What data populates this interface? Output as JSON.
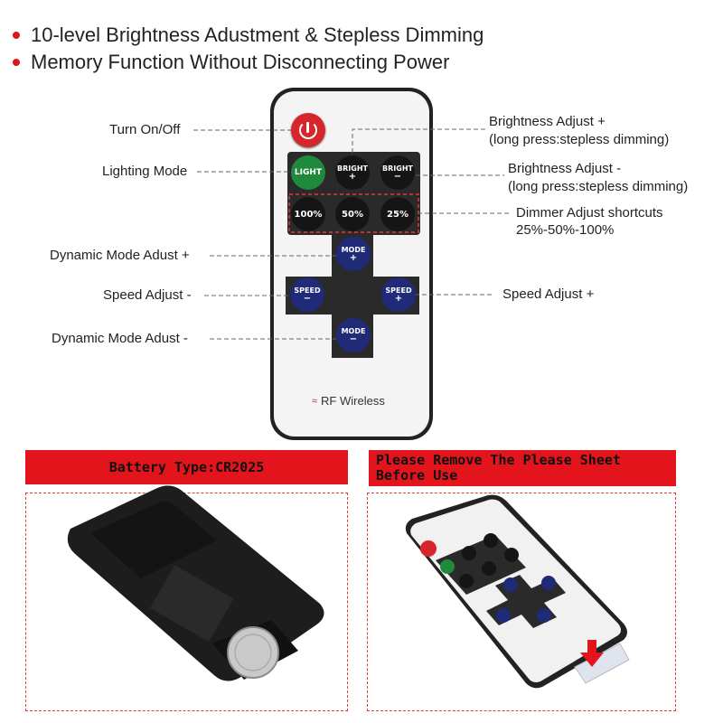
{
  "headline": {
    "line1": "10-level Brightness Adustment & Stepless Dimming",
    "line2": "Memory Function Without Disconnecting Power"
  },
  "callouts": {
    "turn_on_off": "Turn On/Off",
    "lighting_mode": "Lighting Mode",
    "dynamic_plus": "Dynamic Mode Adust +",
    "speed_minus": "Speed Adjust -",
    "dynamic_minus": "Dynamic Mode Adust -",
    "bright_plus_1": "Brightness Adjust +",
    "bright_plus_2": "(long press:stepless dimming)",
    "bright_minus_1": "Brightness Adjust -",
    "bright_minus_2": "(long press:stepless dimming)",
    "dimmer_1": "Dimmer Adjust shortcuts",
    "dimmer_2": "25%-50%-100%",
    "speed_plus": "Speed Adjust +"
  },
  "remote": {
    "light": "LIGHT",
    "bright": "BRIGHT",
    "plus": "+",
    "minus": "−",
    "p100": "100%",
    "p50": "50%",
    "p25": "25%",
    "mode": "MODE",
    "speed": "SPEED",
    "rf": "RF Wireless"
  },
  "panels": {
    "battery_title": "Battery Type:CR2025",
    "sheet_title_1": "Please Remove The Please Sheet",
    "sheet_title_2": "Before Use"
  },
  "colors": {
    "accent_red": "#e3141c",
    "power_red": "#d7262b",
    "light_green": "#1f8a3b",
    "button_navy": "#1f2a78",
    "button_black": "#151515"
  }
}
